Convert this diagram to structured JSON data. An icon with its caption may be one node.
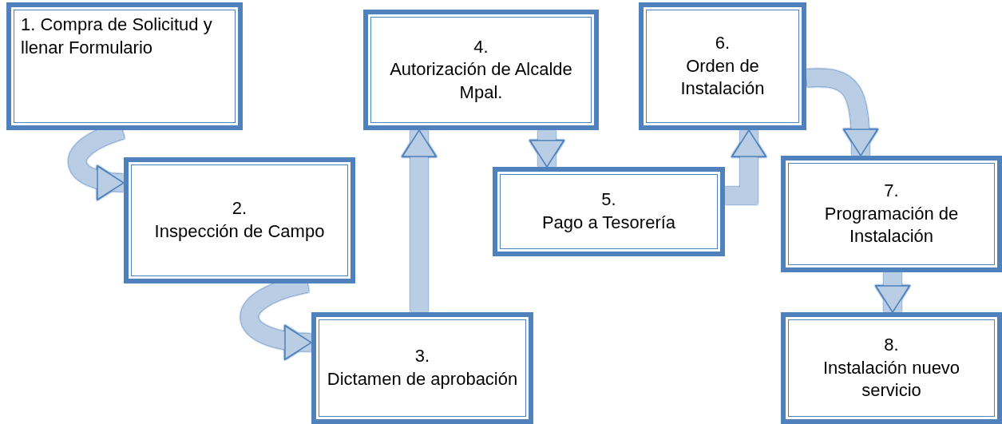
{
  "diagram": {
    "nodes": [
      {
        "text": [
          "1. Compra de Solicitud y llenar Formulario"
        ]
      },
      {
        "text": [
          "2.",
          "Inspección de Campo"
        ]
      },
      {
        "text": [
          "3.",
          "Dictamen de aprobación"
        ]
      },
      {
        "text": [
          "4.",
          "Autorización de Alcalde Mpal."
        ]
      },
      {
        "text": [
          "5.",
          "Pago a Tesorería"
        ]
      },
      {
        "text": [
          "6.",
          "Orden de Instalación"
        ]
      },
      {
        "text": [
          "7.",
          "Programación de Instalación"
        ]
      },
      {
        "text": [
          "8.",
          "Instalación nuevo servicio"
        ]
      }
    ],
    "edges": [
      {
        "from": 0,
        "to": 1,
        "arrow": "to"
      },
      {
        "from": 1,
        "to": 2,
        "arrow": "to"
      },
      {
        "from": 2,
        "to": 3,
        "arrow": "to"
      },
      {
        "from": 3,
        "to": 4,
        "arrow": "to"
      },
      {
        "from": 4,
        "to": 5,
        "arrow": "to"
      },
      {
        "from": 5,
        "to": 6,
        "arrow": "to"
      },
      {
        "from": 6,
        "to": 7,
        "arrow": "to"
      }
    ]
  }
}
